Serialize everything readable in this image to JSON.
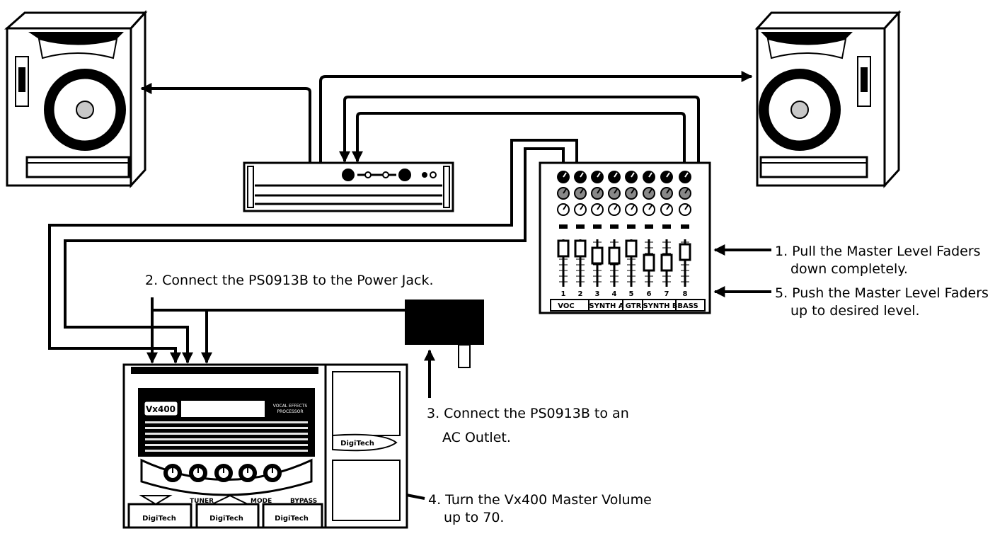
{
  "steps": {
    "s1_line1": "1. Pull the Master Level Faders",
    "s1_line2": "down completely.",
    "s2": "2. Connect the PS0913B to the Power Jack.",
    "s3_line1": "3. Connect the PS0913B to an",
    "s3_line2": "AC Outlet.",
    "s4_line1": "4. Turn the Vx400 Master Volume",
    "s4_line2": "up to 70.",
    "s5_line1": "5. Push the Master Level Faders",
    "s5_line2": "up to desired level."
  },
  "mixer": {
    "channel_numbers": [
      "1",
      "2",
      "3",
      "4",
      "5",
      "6",
      "7",
      "8"
    ],
    "groups": [
      "VOC",
      "SYNTH A",
      "GTR",
      "SYNTH B",
      "BASS"
    ]
  },
  "vx400": {
    "model": "Vx400",
    "subtitle_line1": "VOCAL EFFECTS",
    "subtitle_line2": "PROCESSOR",
    "brand": "DigiTech",
    "footswitch_labels": [
      "TUNER",
      "MODE",
      "BYPASS"
    ]
  },
  "colors": {
    "ink": "#000000",
    "paper": "#ffffff",
    "speaker_grey": "#c8c8c8"
  },
  "icons": [
    "speaker-icon",
    "arrow-icon",
    "knob-icon",
    "fader-icon"
  ]
}
